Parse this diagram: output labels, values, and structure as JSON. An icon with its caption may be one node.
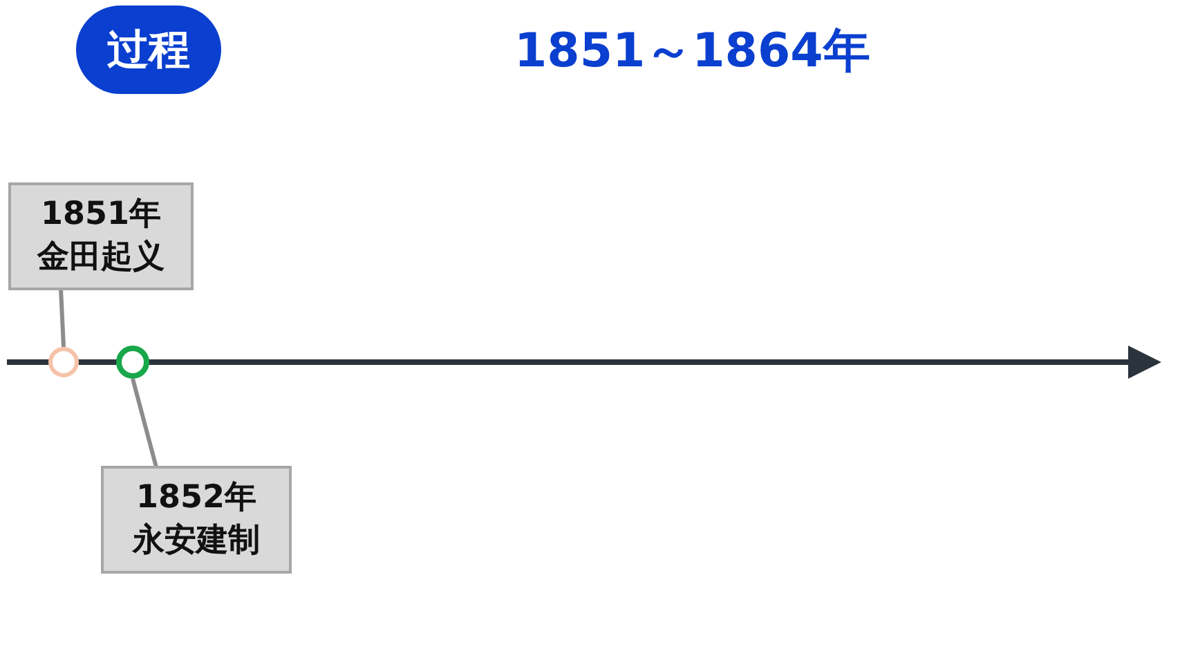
{
  "diagram": {
    "title": "1851～1864年",
    "nodes": [
      {
        "text": [
          "过程"
        ]
      },
      {
        "text": [
          "1851年",
          "金田起义"
        ]
      },
      {
        "text": [],
        "shape": "circle"
      },
      {
        "text": [],
        "shape": "circle"
      },
      {
        "text": [
          "1852年",
          "永安建制"
        ]
      }
    ],
    "edges": [
      {
        "from": 1,
        "to": 2,
        "arrow": "none"
      },
      {
        "from": 4,
        "to": 3,
        "arrow": "none"
      }
    ]
  }
}
